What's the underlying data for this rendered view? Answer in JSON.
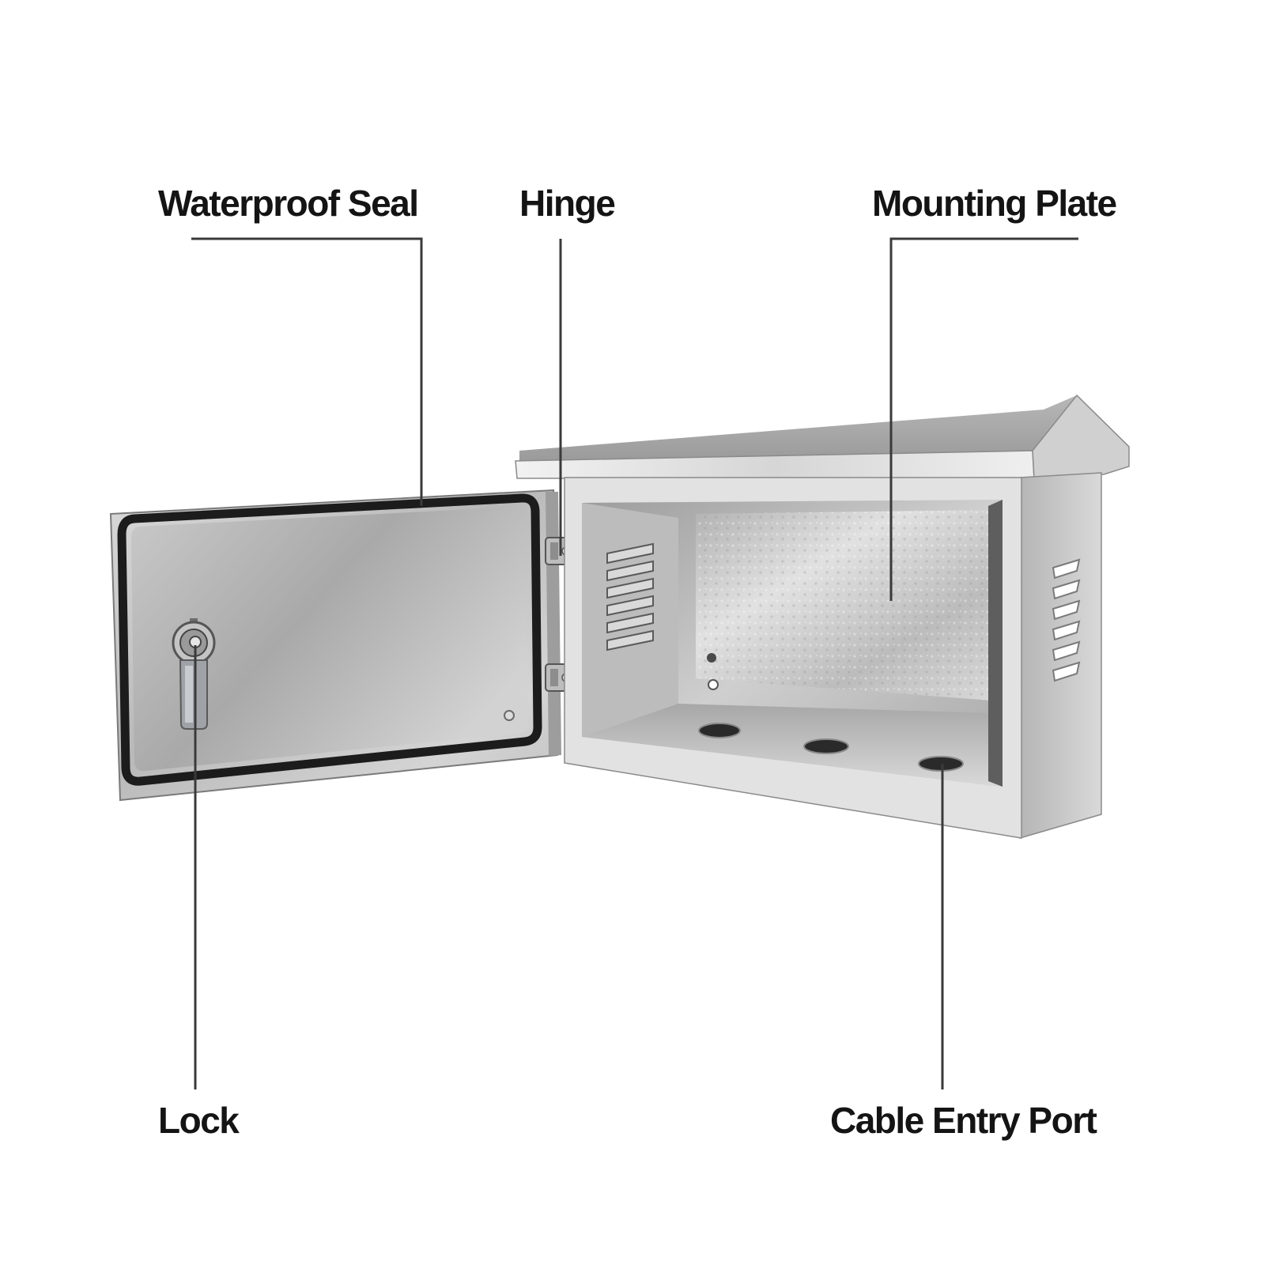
{
  "labels": {
    "waterproof_seal": "Waterproof Seal",
    "hinge": "Hinge",
    "mounting_plate": "Mounting Plate",
    "lock": "Lock",
    "cable_entry_port": "Cable Entry Port"
  },
  "colors": {
    "background": "#ffffff",
    "text": "#141414",
    "leader_line": "#3a3a3a",
    "steel_light": "#e6e6e6",
    "steel_mid": "#c2c2c2",
    "steel_dark": "#8e8e8e",
    "gasket": "#1c1c1c"
  },
  "icons": {
    "lock": "cam-lock-icon",
    "hinge": "hinge-icon",
    "vent": "louver-vent-icon",
    "cable_port": "cable-gland-hole-icon"
  }
}
